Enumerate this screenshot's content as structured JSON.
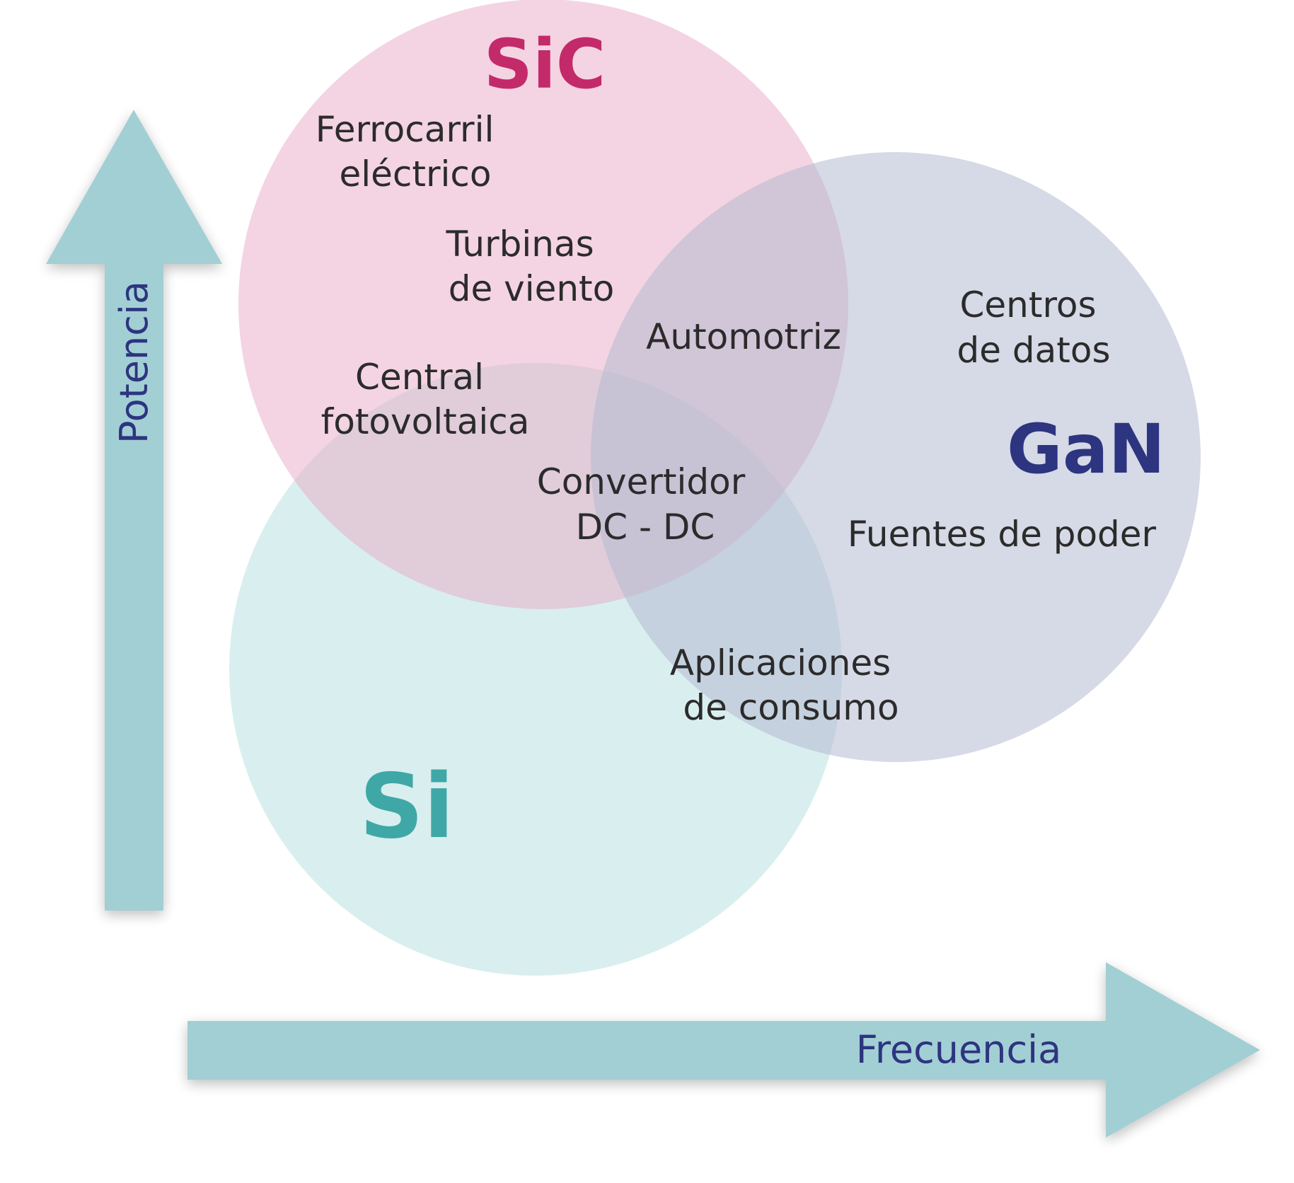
{
  "colors": {
    "arrow": "#a2cfd3",
    "sic_circle": "#e9a9c6",
    "gan_circle": "#b5b9d1",
    "si_circle": "#bfe3e4",
    "sic_text": "#c32a6a",
    "gan_text": "#2d3480",
    "si_text": "#3fa8a6",
    "axis_text": "#2d3480",
    "app_text": "#2b2b2b"
  },
  "axes": {
    "vertical": "Potencia",
    "horizontal": "Frecuencia"
  },
  "materials": {
    "sic": "SiC",
    "gan": "GaN",
    "si": "Si"
  },
  "applications": {
    "ferrocarril": [
      "Ferrocarril",
      "eléctrico"
    ],
    "turbinas": [
      "Turbinas",
      "de viento"
    ],
    "automotriz": [
      "Automotriz"
    ],
    "central": [
      "Central",
      "fotovoltaica"
    ],
    "convertidor": [
      "Convertidor",
      "DC - DC"
    ],
    "centros": [
      "Centros",
      "de datos"
    ],
    "fuentes": [
      "Fuentes de poder"
    ],
    "aplicaciones": [
      "Aplicaciones",
      "de consumo"
    ]
  }
}
